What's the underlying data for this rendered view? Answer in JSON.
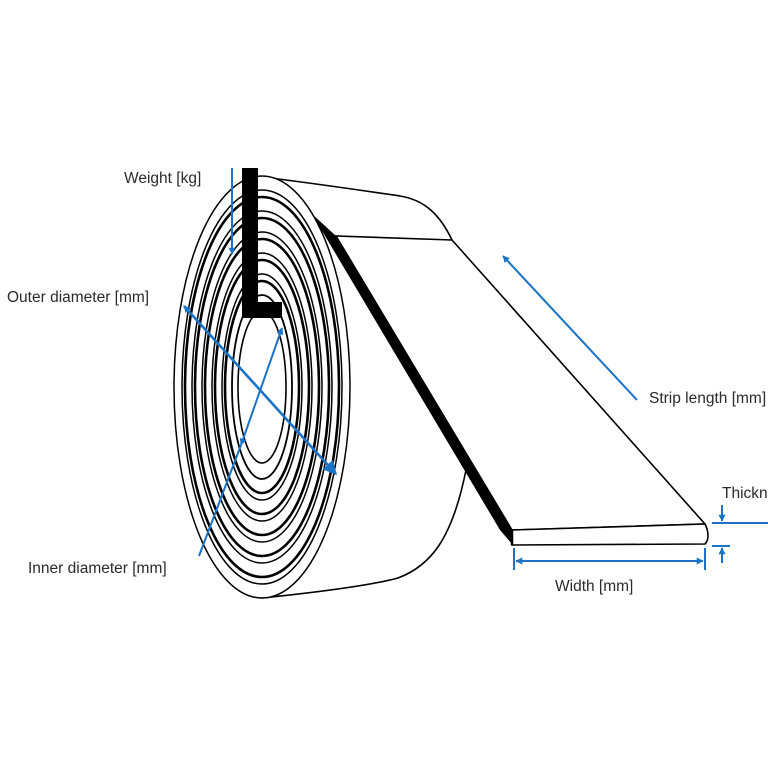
{
  "labels": {
    "weight": "Weight [kg]",
    "outer_diameter": "Outer diameter [mm]",
    "inner_diameter": "Inner diameter [mm]",
    "strip_length": "Strip length [mm]",
    "thickness": "Thickness [mm]",
    "width": "Width [mm]"
  },
  "colors": {
    "annotation": "#1a73c6",
    "outline": "#000000",
    "text": "#2b2b2b"
  }
}
